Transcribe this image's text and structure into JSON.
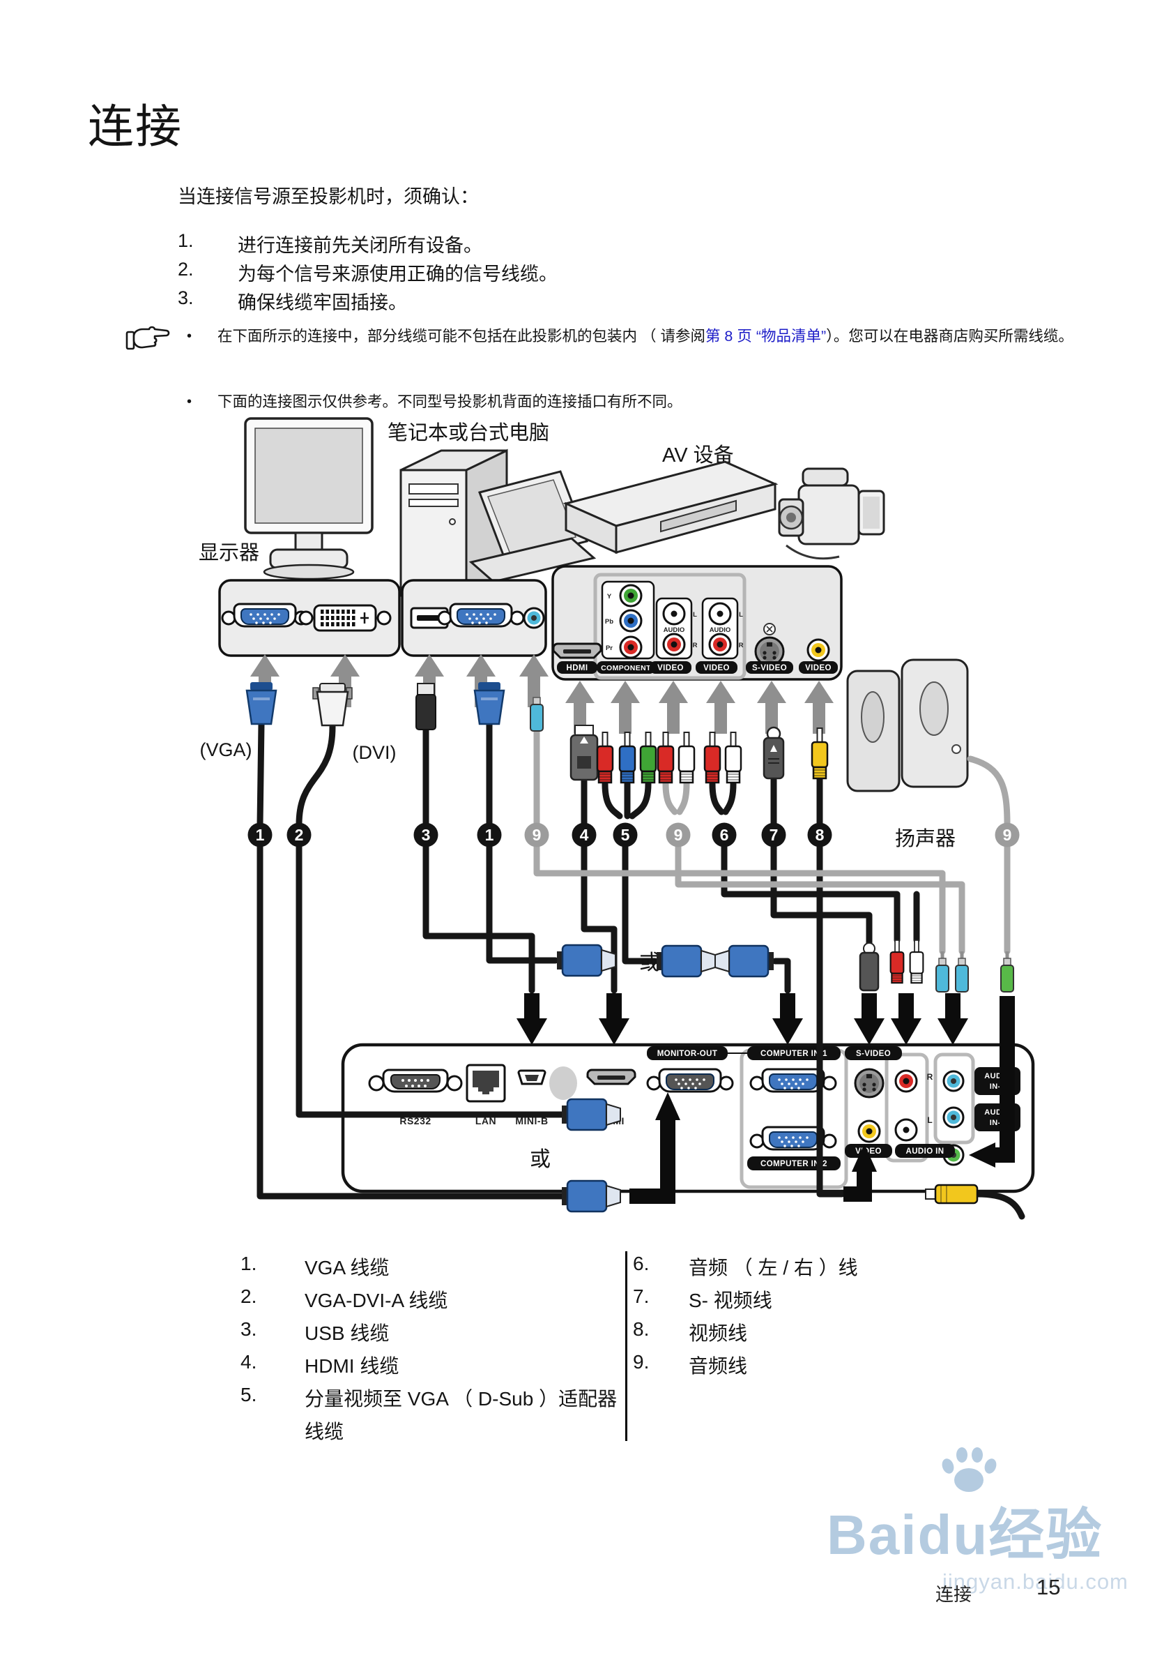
{
  "header": {
    "title": "连接"
  },
  "intro": "当连接信号源至投影机时，须确认：",
  "steps": [
    {
      "num": "1.",
      "text": "进行连接前先关闭所有设备。"
    },
    {
      "num": "2.",
      "text": "为每个信号来源使用正确的信号线缆。"
    },
    {
      "num": "3.",
      "text": "确保线缆牢固插接。"
    }
  ],
  "notes": {
    "bullet": "•",
    "item1": {
      "pre": "在下面所示的连接中，部分线缆可能不包括在此投影机的包装内 （ 请参阅",
      "link_page": "第 8 页",
      "gap": " ",
      "link_quote": "“物品清单”",
      "post": "）。您可以在电器商店购买所需线缆。"
    },
    "item2": "下面的连接图示仅供参考。不同型号投影机背面的连接插口有所不同。"
  },
  "diagram": {
    "device_labels": {
      "computer": "笔记本或台式电脑",
      "av": "AV 设备",
      "monitor": "显示器",
      "speakers": "扬声器"
    },
    "cable_labels": {
      "vga": "(VGA)",
      "dvi": "(DVI)"
    },
    "or_label": "或",
    "av_panel": {
      "hdmi": "HDMI",
      "component": "COMPONENT",
      "video1": "VIDEO",
      "video2": "VIDEO",
      "svideo": "S-VIDEO",
      "video3": "VIDEO",
      "pin_y": "Y",
      "pin_pb": "Pb",
      "pin_pr": "Pr",
      "audio": "AUDIO",
      "l": "L",
      "r": "R"
    },
    "badges": [
      "1",
      "2",
      "3",
      "1",
      "9",
      "4",
      "5",
      "9",
      "6",
      "7",
      "8",
      "9"
    ],
    "projector_panel": {
      "rs232": "RS232",
      "lan": "LAN",
      "minib": "MINI-B",
      "hdmi": "HDMI",
      "monitor_out": "MONITOR-OUT",
      "computer_in1": "COMPUTER IN-1",
      "computer_in2": "COMPUTER IN-2",
      "svideo": "S-VIDEO",
      "video": "VIDEO",
      "audio_in": "AUDIO IN",
      "audio_in1a": "AUDIO",
      "audio_in1b": "IN-1",
      "audio_in2a": "AUDIO",
      "audio_in2b": "IN-2",
      "r": "R",
      "l": "L"
    }
  },
  "legend": {
    "left": [
      {
        "num": "1.",
        "text": "VGA 线缆"
      },
      {
        "num": "2.",
        "text": "VGA-DVI-A 线缆"
      },
      {
        "num": "3.",
        "text": "USB 线缆"
      },
      {
        "num": "4.",
        "text": "HDMI 线缆"
      },
      {
        "num": "5.",
        "text": "分量视频至 VGA （ D-Sub ）适配器",
        "text2": "线缆"
      }
    ],
    "right": [
      {
        "num": "6.",
        "text": "音频 （ 左 / 右 ）线"
      },
      {
        "num": "7.",
        "text": "S- 视频线"
      },
      {
        "num": "8.",
        "text": "视频线"
      },
      {
        "num": "9.",
        "text": "音频线"
      }
    ]
  },
  "footer": {
    "section": "连接",
    "page": "15"
  },
  "watermark": {
    "brand": "Baidu",
    "suffix": "经验",
    "url": "jingyan.baidu.com"
  }
}
